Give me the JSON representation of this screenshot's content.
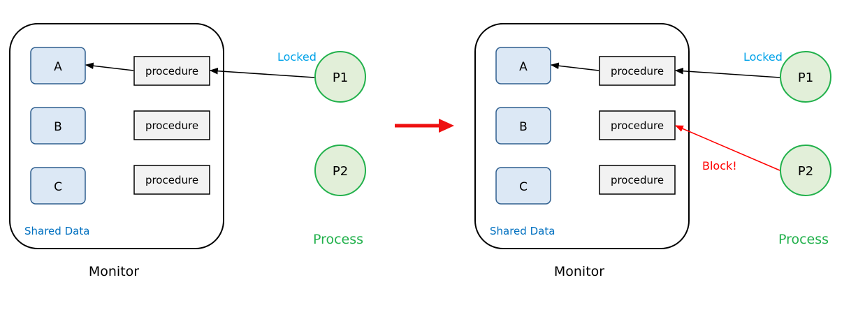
{
  "left": {
    "data_boxes": [
      "A",
      "B",
      "C"
    ],
    "procedures": [
      "procedure",
      "procedure",
      "procedure"
    ],
    "shared_data_label": "Shared Data",
    "monitor_label": "Monitor",
    "processes": [
      "P1",
      "P2"
    ],
    "locked_label": "Locked",
    "process_label": "Process"
  },
  "right": {
    "data_boxes": [
      "A",
      "B",
      "C"
    ],
    "procedures": [
      "procedure",
      "procedure",
      "procedure"
    ],
    "shared_data_label": "Shared Data",
    "monitor_label": "Monitor",
    "processes": [
      "P1",
      "P2"
    ],
    "locked_label": "Locked",
    "block_label": "Block!",
    "process_label": "Process"
  },
  "colors": {
    "data_box_fill": "#dce8f5",
    "data_box_stroke": "#2f5f8f",
    "procedure_fill": "#f2f2f2",
    "process_fill": "#e2efd9",
    "process_stroke": "#22b14c",
    "process_text": "#22b14c",
    "locked_text": "#00a2e8",
    "shared_data_text": "#0070c0",
    "block": "#ff0000",
    "transition_arrow": "#ee1111"
  }
}
